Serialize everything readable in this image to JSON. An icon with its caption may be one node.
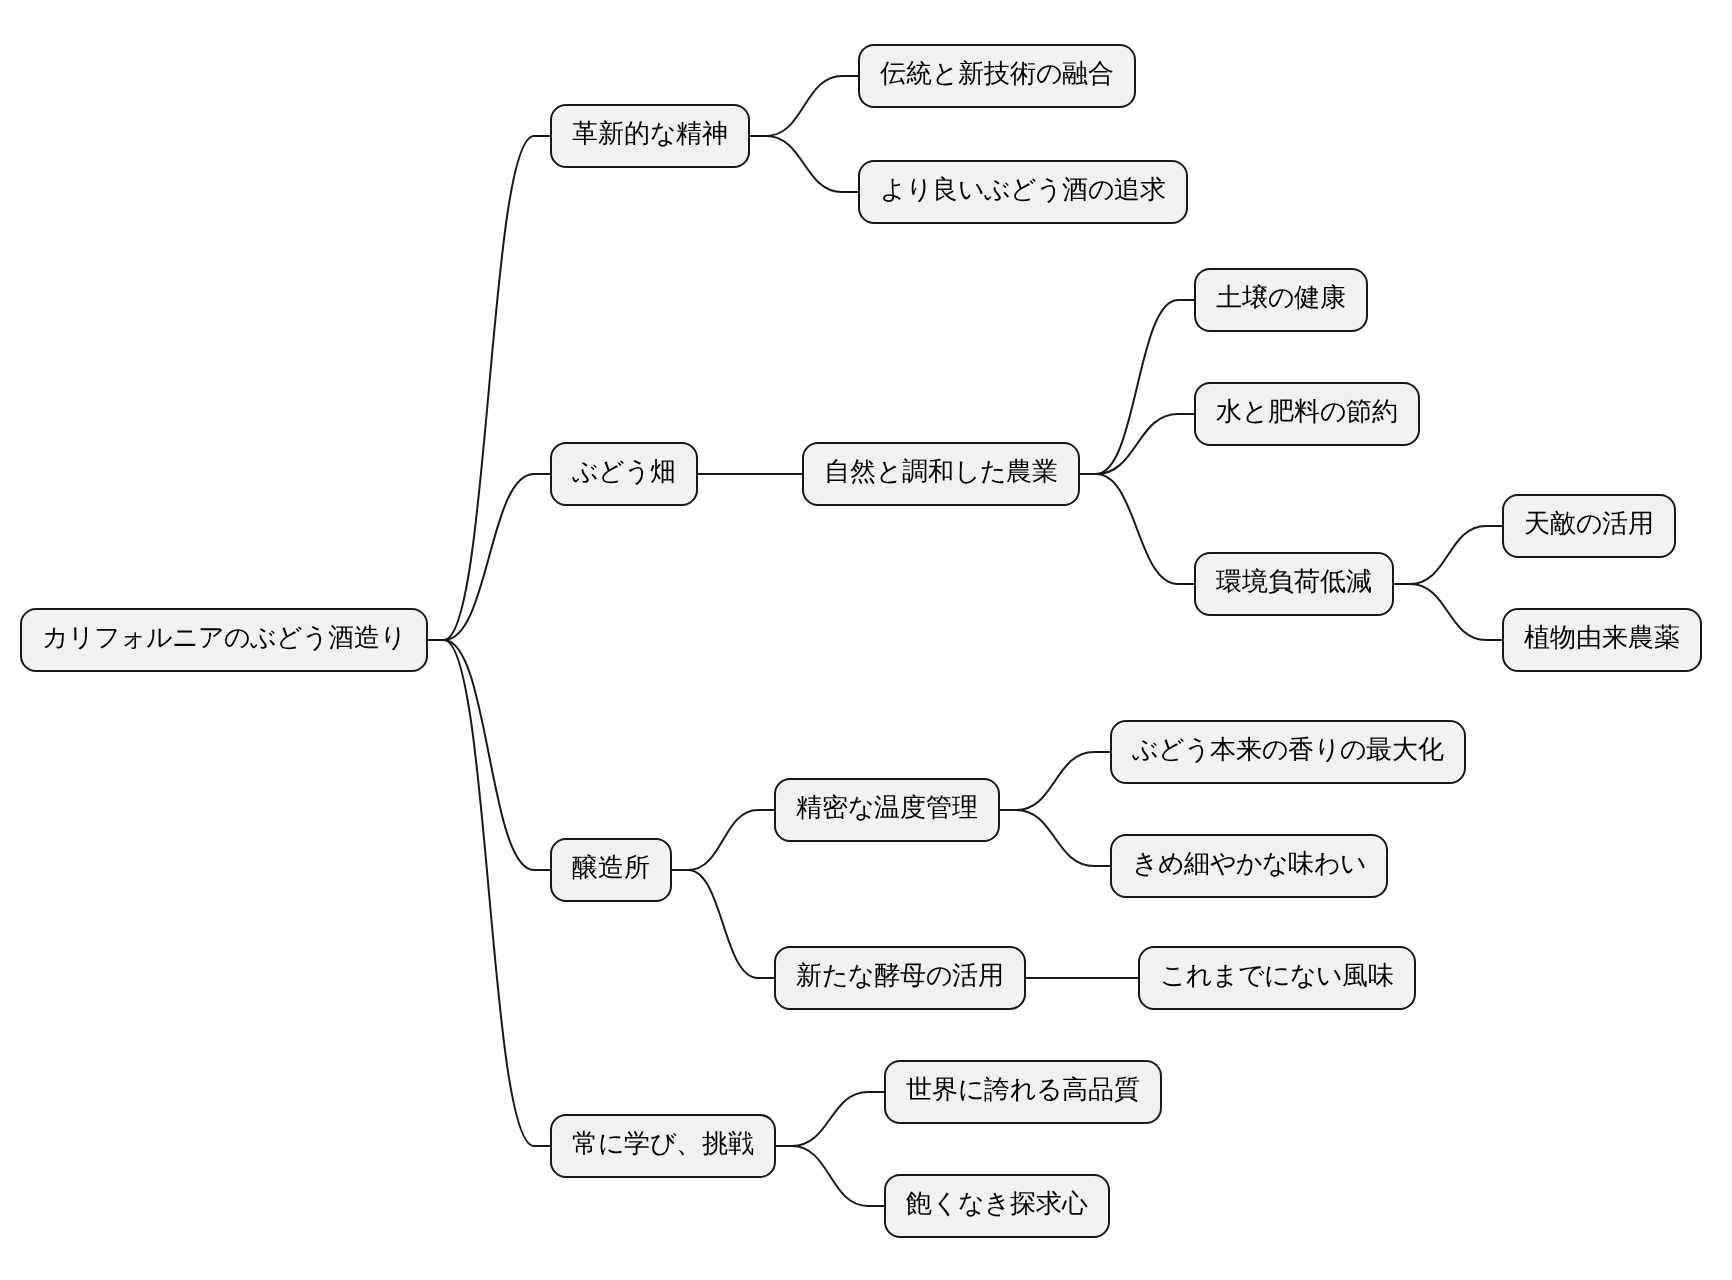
{
  "diagram": {
    "nodes": [
      {
        "text": [
          "カリフォルニアのぶどう酒造り"
        ]
      },
      {
        "text": [
          "革新的な精神"
        ]
      },
      {
        "text": [
          "伝統と新技術の融合"
        ]
      },
      {
        "text": [
          "より良いぶどう酒の追求"
        ]
      },
      {
        "text": [
          "ぶどう畑"
        ]
      },
      {
        "text": [
          "自然と調和した農業"
        ]
      },
      {
        "text": [
          "土壌の健康"
        ]
      },
      {
        "text": [
          "水と肥料の節約"
        ]
      },
      {
        "text": [
          "環境負荷低減"
        ]
      },
      {
        "text": [
          "天敵の活用"
        ]
      },
      {
        "text": [
          "植物由来農薬"
        ]
      },
      {
        "text": [
          "醸造所"
        ]
      },
      {
        "text": [
          "精密な温度管理"
        ]
      },
      {
        "text": [
          "ぶどう本来の香りの最大化"
        ]
      },
      {
        "text": [
          "きめ細やかな味わい"
        ]
      },
      {
        "text": [
          "新たな酵母の活用"
        ]
      },
      {
        "text": [
          "これまでにない風味"
        ]
      },
      {
        "text": [
          "常に学び、挑戦"
        ]
      },
      {
        "text": [
          "世界に誇れる高品質"
        ]
      },
      {
        "text": [
          "飽くなき探求心"
        ]
      }
    ],
    "edges": [
      {
        "from": 0,
        "to": 1,
        "arrow": "none"
      },
      {
        "from": 1,
        "to": 2,
        "arrow": "none"
      },
      {
        "from": 1,
        "to": 3,
        "arrow": "none"
      },
      {
        "from": 0,
        "to": 4,
        "arrow": "none"
      },
      {
        "from": 4,
        "to": 5,
        "arrow": "none"
      },
      {
        "from": 5,
        "to": 6,
        "arrow": "none"
      },
      {
        "from": 5,
        "to": 7,
        "arrow": "none"
      },
      {
        "from": 5,
        "to": 8,
        "arrow": "none"
      },
      {
        "from": 8,
        "to": 9,
        "arrow": "none"
      },
      {
        "from": 8,
        "to": 10,
        "arrow": "none"
      },
      {
        "from": 0,
        "to": 11,
        "arrow": "none"
      },
      {
        "from": 11,
        "to": 12,
        "arrow": "none"
      },
      {
        "from": 12,
        "to": 13,
        "arrow": "none"
      },
      {
        "from": 12,
        "to": 14,
        "arrow": "none"
      },
      {
        "from": 11,
        "to": 15,
        "arrow": "none"
      },
      {
        "from": 15,
        "to": 16,
        "arrow": "none"
      },
      {
        "from": 0,
        "to": 17,
        "arrow": "none"
      },
      {
        "from": 17,
        "to": 18,
        "arrow": "none"
      },
      {
        "from": 17,
        "to": 19,
        "arrow": "none"
      }
    ]
  }
}
